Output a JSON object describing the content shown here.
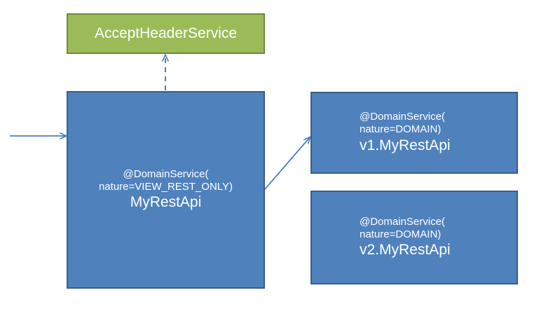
{
  "diagram": {
    "title": "AcceptHeaderService content negotiation diagram",
    "background_color": "#ffffff",
    "colors": {
      "green_fill": "#9BBB59",
      "green_border": "#6E8B3D",
      "blue_fill": "#4F81BD",
      "blue_border": "#385D8A",
      "arrow": "#4A7EBB",
      "text": "#ffffff"
    },
    "nodes": {
      "accept_header_service": {
        "label": "AcceptHeaderService"
      },
      "main_rest_api": {
        "annotation_line1": "@DomainService(",
        "annotation_line2": "nature=VIEW_REST_ONLY)",
        "name": "MyRestApi"
      },
      "v1_rest_api": {
        "annotation_line1": "@DomainService(",
        "annotation_line2": "nature=DOMAIN)",
        "name": "v1.MyRestApi"
      },
      "v2_rest_api": {
        "annotation_line1": "@DomainService(",
        "annotation_line2": "nature=DOMAIN)",
        "name": "v2.MyRestApi"
      }
    },
    "connectors": {
      "incoming_request": {
        "style": "solid",
        "direction": "right"
      },
      "to_accept_header_service": {
        "style": "dashed",
        "direction": "up"
      },
      "to_v1": {
        "style": "solid",
        "direction": "up-right"
      }
    }
  }
}
